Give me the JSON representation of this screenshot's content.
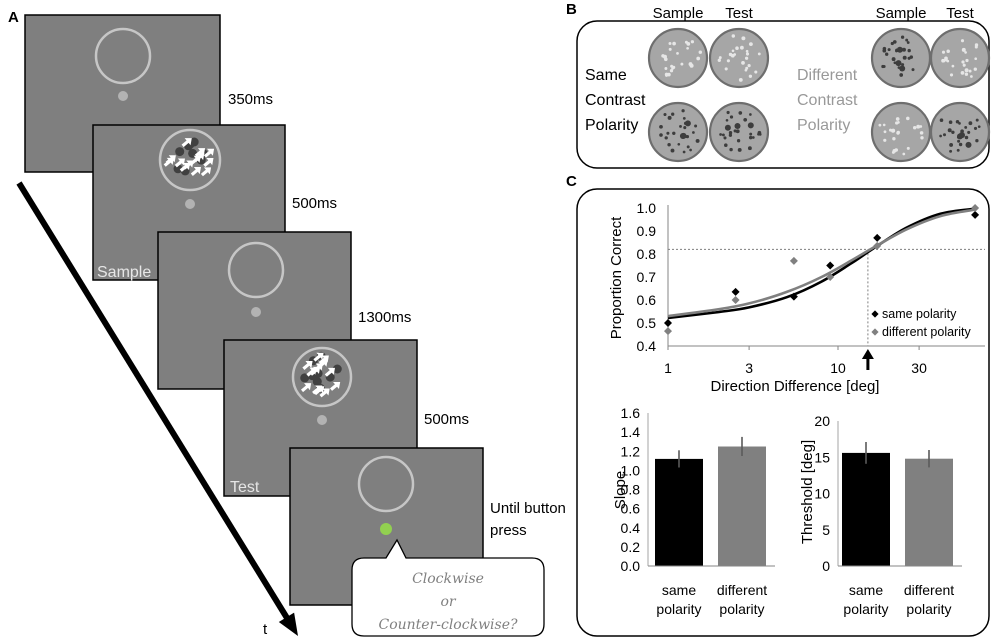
{
  "panel_labels": {
    "a": "A",
    "b": "B",
    "c": "C"
  },
  "panel_a": {
    "durations": [
      "350ms",
      "500ms",
      "1300ms",
      "500ms"
    ],
    "final_duration": [
      "Until button",
      "press"
    ],
    "frame_labels": {
      "sample": "Sample",
      "test": "Test"
    },
    "response_prompt": [
      "Clockwise",
      "or",
      "Counter-clockwise?"
    ],
    "time_label": "t",
    "colors": {
      "screen": "#7f7f7f",
      "ring": "#c6c6c6",
      "fixation": "#b3b3b3",
      "response_cue": "#92d050",
      "motion_dot": "#404040",
      "motion_arrow": "#ffffff"
    }
  },
  "panel_b": {
    "column_headers": [
      "Sample",
      "Test",
      "Sample",
      "Test"
    ],
    "same_condition": [
      "Same",
      "Contrast",
      "Polarity"
    ],
    "different_condition": [
      "Different",
      "Contrast",
      "Polarity"
    ],
    "same_condition_color": "#000000",
    "different_condition_color": "#999999",
    "aperture_color": "#a6a6a6",
    "same_polarity_dots": [
      [
        "#e6e6e6",
        "#e6e6e6"
      ],
      [
        "#3d3d3d",
        "#3d3d3d"
      ]
    ],
    "different_polarity_dots": [
      [
        "#3d3d3d",
        "#e6e6e6"
      ],
      [
        "#e6e6e6",
        "#3d3d3d"
      ]
    ]
  },
  "chart_data": [
    {
      "type": "scatter",
      "xlabel": "Direction Difference [deg]",
      "ylabel": "Proportion Correct",
      "xscale": "log",
      "xlim": [
        1,
        73
      ],
      "ylim": [
        0.4,
        1.0
      ],
      "xticks": [
        1,
        3,
        10,
        30
      ],
      "xtick_labels": [
        "1",
        "3",
        "10",
        "30"
      ],
      "ytick_labels": [
        "1.0",
        "0.9",
        "0.8",
        "0.7",
        "0.6",
        "0.5",
        "0.4"
      ],
      "grid": false,
      "legend": "bottom-right",
      "threshold_criterion": 0.82,
      "threshold_x": 15,
      "series": [
        {
          "name": "same polarity",
          "color": "#000000",
          "x": [
            1,
            2.5,
            5.5,
            9,
            17,
            64
          ],
          "y": [
            0.5,
            0.635,
            0.615,
            0.75,
            0.87,
            0.97
          ],
          "fit_x": [
            1,
            2,
            3,
            5,
            8,
            12,
            16,
            25,
            40,
            64
          ],
          "fit_y": [
            0.522,
            0.548,
            0.568,
            0.612,
            0.68,
            0.76,
            0.822,
            0.912,
            0.975,
            0.997
          ]
        },
        {
          "name": "different polarity",
          "color": "#808080",
          "x": [
            1,
            2.5,
            5.5,
            9,
            17,
            64
          ],
          "y": [
            0.465,
            0.6,
            0.77,
            0.7,
            0.835,
            1.0
          ],
          "fit_x": [
            1,
            2,
            3,
            5,
            8,
            12,
            16,
            25,
            40,
            64
          ],
          "fit_y": [
            0.53,
            0.56,
            0.585,
            0.635,
            0.7,
            0.772,
            0.826,
            0.905,
            0.965,
            0.993
          ]
        }
      ]
    },
    {
      "type": "bar",
      "ylabel": "Slope",
      "categories": [
        [
          "same",
          "polarity"
        ],
        [
          "different",
          "polarity"
        ]
      ],
      "values": [
        1.12,
        1.25
      ],
      "errors": [
        0.09,
        0.1
      ],
      "colors": [
        "#000000",
        "#808080"
      ],
      "ylim": [
        0,
        1.6
      ],
      "ytick_labels": [
        "1.6",
        "1.4",
        "1.2",
        "1.0",
        "0.8",
        "0.6",
        "0.4",
        "0.2",
        "0.0"
      ]
    },
    {
      "type": "bar",
      "ylabel": "Threshold [deg]",
      "categories": [
        [
          "same",
          "polarity"
        ],
        [
          "different",
          "polarity"
        ]
      ],
      "values": [
        15.6,
        14.8
      ],
      "errors": [
        1.5,
        1.2
      ],
      "colors": [
        "#000000",
        "#808080"
      ],
      "ylim": [
        0,
        20
      ],
      "ytick_labels": [
        "20",
        "15",
        "10",
        "5",
        "0"
      ]
    }
  ]
}
